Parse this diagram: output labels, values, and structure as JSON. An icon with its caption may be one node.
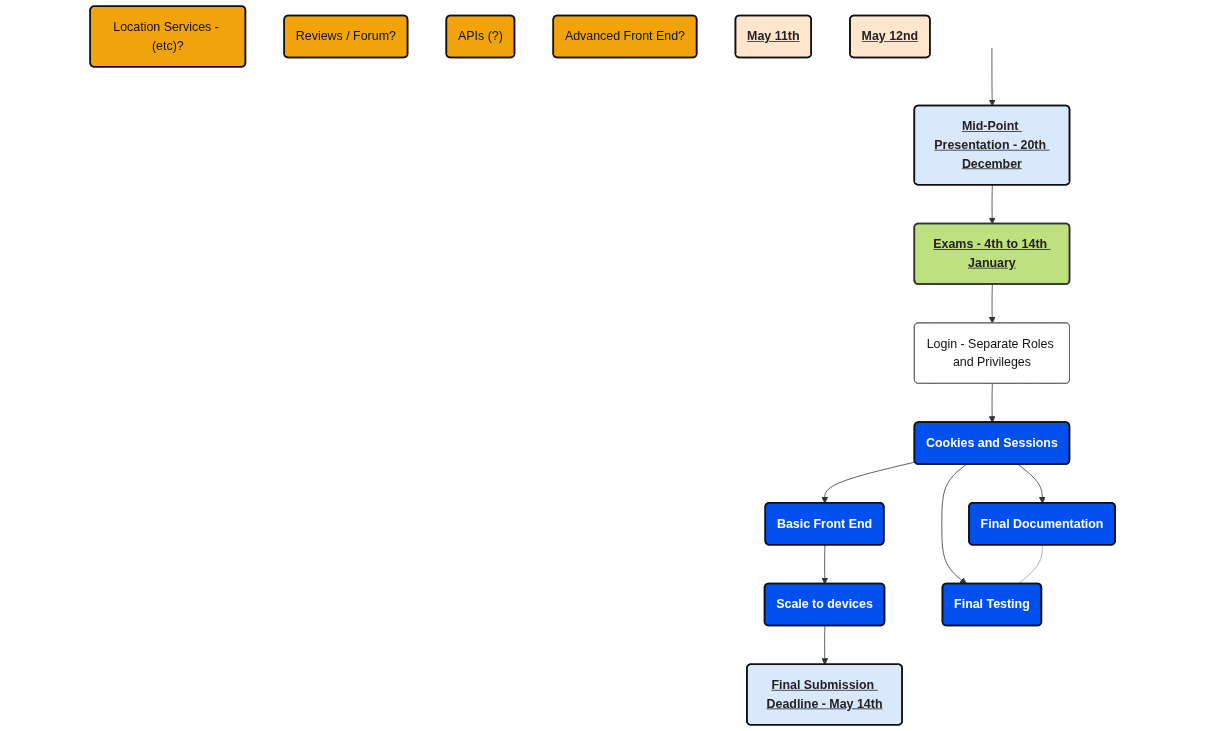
{
  "diagram": {
    "nodes": [
      {
        "text": [
          "Mid-Point Presentation - 20th December"
        ]
      },
      {
        "text": [
          "Exams - 4th to 14th January"
        ]
      },
      {
        "text": [
          "Login - Separate Roles and Privileges"
        ]
      },
      {
        "text": [
          "Cookies and Sessions"
        ]
      },
      {
        "text": [
          "Location Services - (etc)?"
        ]
      },
      {
        "text": [
          "Basic Front End"
        ]
      },
      {
        "text": [
          "Reviews / Forum?"
        ]
      },
      {
        "text": [
          "Scale to devices"
        ]
      },
      {
        "text": [
          "APIs (?)"
        ]
      },
      {
        "text": [
          "Advanced Front End?"
        ]
      },
      {
        "text": [
          "May 11th"
        ]
      },
      {
        "text": [
          "Final Documentation"
        ]
      },
      {
        "text": [
          "Final Testing"
        ]
      },
      {
        "text": [
          "May 12nd"
        ]
      },
      {
        "text": [
          "Final Submission Deadline - May 14th"
        ]
      }
    ],
    "edges": [
      {
        "from": null,
        "to": 0,
        "arrow": "to"
      },
      {
        "from": 0,
        "to": 1,
        "arrow": "to"
      },
      {
        "from": 1,
        "to": 2,
        "arrow": "to"
      },
      {
        "from": 2,
        "to": 3,
        "arrow": "to"
      },
      {
        "from": 3,
        "to": 5,
        "arrow": "to"
      },
      {
        "from": 5,
        "to": 7,
        "arrow": "to"
      },
      {
        "from": 3,
        "to": 11,
        "arrow": "to"
      },
      {
        "from": 3,
        "to": 12,
        "arrow": "to"
      },
      {
        "from": 11,
        "to": 12,
        "arrow": "none",
        "color": "#999999"
      },
      {
        "from": 7,
        "to": 14,
        "arrow": "to"
      }
    ]
  }
}
